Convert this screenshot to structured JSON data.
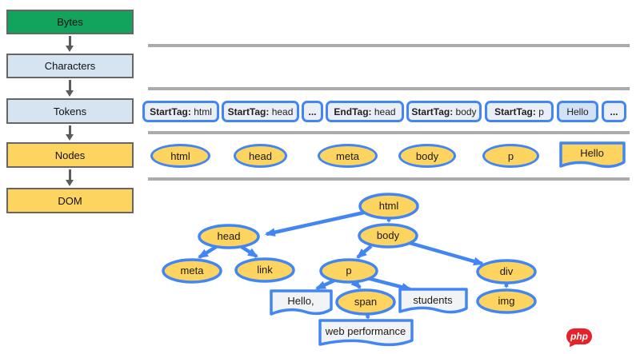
{
  "colors": {
    "bytes_green": "#12A35D",
    "pale_blue": "#D6E4F2",
    "node_yellow": "#FCD45F",
    "blue_border": "#4285F4",
    "token_fill": "#EAEEF6",
    "text_token_fill": "#D2E2F6",
    "white_box_fill": "#F1F3F4",
    "gray_bar": "#ABABAB",
    "stage_border": "#666666",
    "pipeline_arrow": "#5B5B5B",
    "watermark_red": "#E62129"
  },
  "pipeline": {
    "stages": [
      {
        "label": "Bytes"
      },
      {
        "label": "Characters"
      },
      {
        "label": "Tokens"
      },
      {
        "label": "Nodes"
      },
      {
        "label": "DOM"
      }
    ]
  },
  "tokens": {
    "items": [
      {
        "bold": "StartTag:",
        "text": " html",
        "variant": "tag"
      },
      {
        "bold": "StartTag:",
        "text": " head",
        "variant": "tag"
      },
      {
        "bold": "...",
        "text": "",
        "variant": "dots"
      },
      {
        "bold": "EndTag:",
        "text": " head",
        "variant": "tag"
      },
      {
        "bold": "StartTag:",
        "text": " body",
        "variant": "tag"
      },
      {
        "bold": "StartTag:",
        "text": " p",
        "variant": "tag"
      },
      {
        "bold": "",
        "text": "Hello",
        "variant": "text"
      },
      {
        "bold": "...",
        "text": "",
        "variant": "dots"
      }
    ]
  },
  "nodes_row": {
    "items": [
      "html",
      "head",
      "meta",
      "body",
      "p"
    ],
    "text_node": "Hello"
  },
  "dom_tree": {
    "labels": {
      "html": "html",
      "head": "head",
      "body": "body",
      "meta": "meta",
      "link": "link",
      "p": "p",
      "div": "div",
      "span": "span",
      "img": "img"
    },
    "text_nodes": {
      "hello": "Hello,",
      "students": "students",
      "web_performance": "web performance"
    },
    "edges": [
      {
        "from": "html",
        "to": "head"
      },
      {
        "from": "html",
        "to": "body"
      },
      {
        "from": "head",
        "to": "meta"
      },
      {
        "from": "head",
        "to": "link"
      },
      {
        "from": "body",
        "to": "p"
      },
      {
        "from": "body",
        "to": "div"
      },
      {
        "from": "p",
        "to": "Hello,"
      },
      {
        "from": "p",
        "to": "span"
      },
      {
        "from": "p",
        "to": "students"
      },
      {
        "from": "span",
        "to": "web performance"
      },
      {
        "from": "div",
        "to": "img"
      }
    ]
  },
  "watermark": {
    "label": "php"
  }
}
